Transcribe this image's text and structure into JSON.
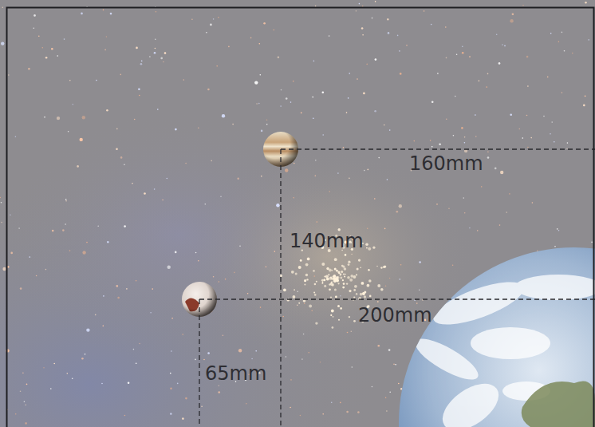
{
  "diagram": {
    "labels": [
      "160mm",
      "140mm",
      "200mm",
      "65mm"
    ]
  }
}
